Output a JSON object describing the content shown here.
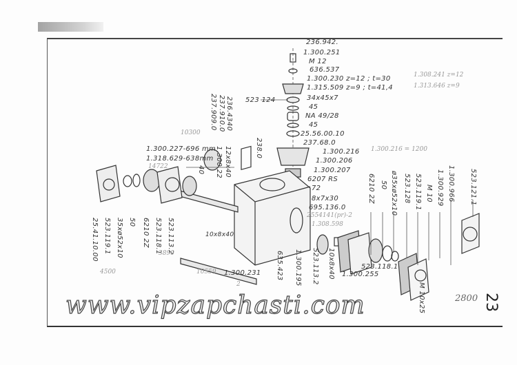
{
  "page_number": "23",
  "watermark": "www.vipzapchasti.com",
  "labels_top_stack": [
    "236.942.",
    "1.300.251",
    "M 12",
    "636.537",
    "1.300.230  z=12 ; t=30",
    "1.315.509  z=9 ; t=41,4",
    "34x45x7",
    "45",
    "NA 49/28",
    "45",
    "25.56.00.10",
    "237.68.0",
    "1.300.216",
    "1.300.206",
    "1.300.207",
    "6207 RS",
    "72",
    "8x7x30",
    "695.136.0"
  ],
  "labels_left": {
    "l523_124": "523 124",
    "l236_4340": "236.4340",
    "l237_910": "237.910.0",
    "l237_909": "237.909.0",
    "l238": "238.0",
    "l1300_22": "1.300.22",
    "l12x8": "12x8x40",
    "l40": "40",
    "shaft1": "1.300.227-696 mm",
    "shaft2": "1.318.629-638mm",
    "b1": "25.41.10.00",
    "b2": "523.119.1",
    "b3": "35xø52x10",
    "b4": "50",
    "b5": "6210  2Z",
    "b6": "523.118.1",
    "b7": "523.113.2",
    "key1": "10x8x40",
    "shaft3": "1.300.231",
    "bolt": "635.423",
    "housing": "1.300.195"
  },
  "labels_right": {
    "r1": "523.113.2",
    "r2": "10x8x40",
    "r3": "1.300.255",
    "r4": "523.118.1",
    "r5": "6210  2Z",
    "r6": "50",
    "r7": "ø35xø52x10",
    "r8": "523.128",
    "r9": "523.119.1",
    "r10": "M 10",
    "r11": "1.300.929",
    "r12": "1.300.966",
    "r13": "523.121.1",
    "r14": "M 10x25"
  },
  "handwritten": [
    "1.308.241  z=12",
    "1.313.646  z=9",
    "1.300.216 = 1200",
    "10300",
    "14722",
    "4500",
    "3890",
    "10559",
    "2554141(pr)-2",
    "1.308.598",
    "2800",
    "2"
  ]
}
